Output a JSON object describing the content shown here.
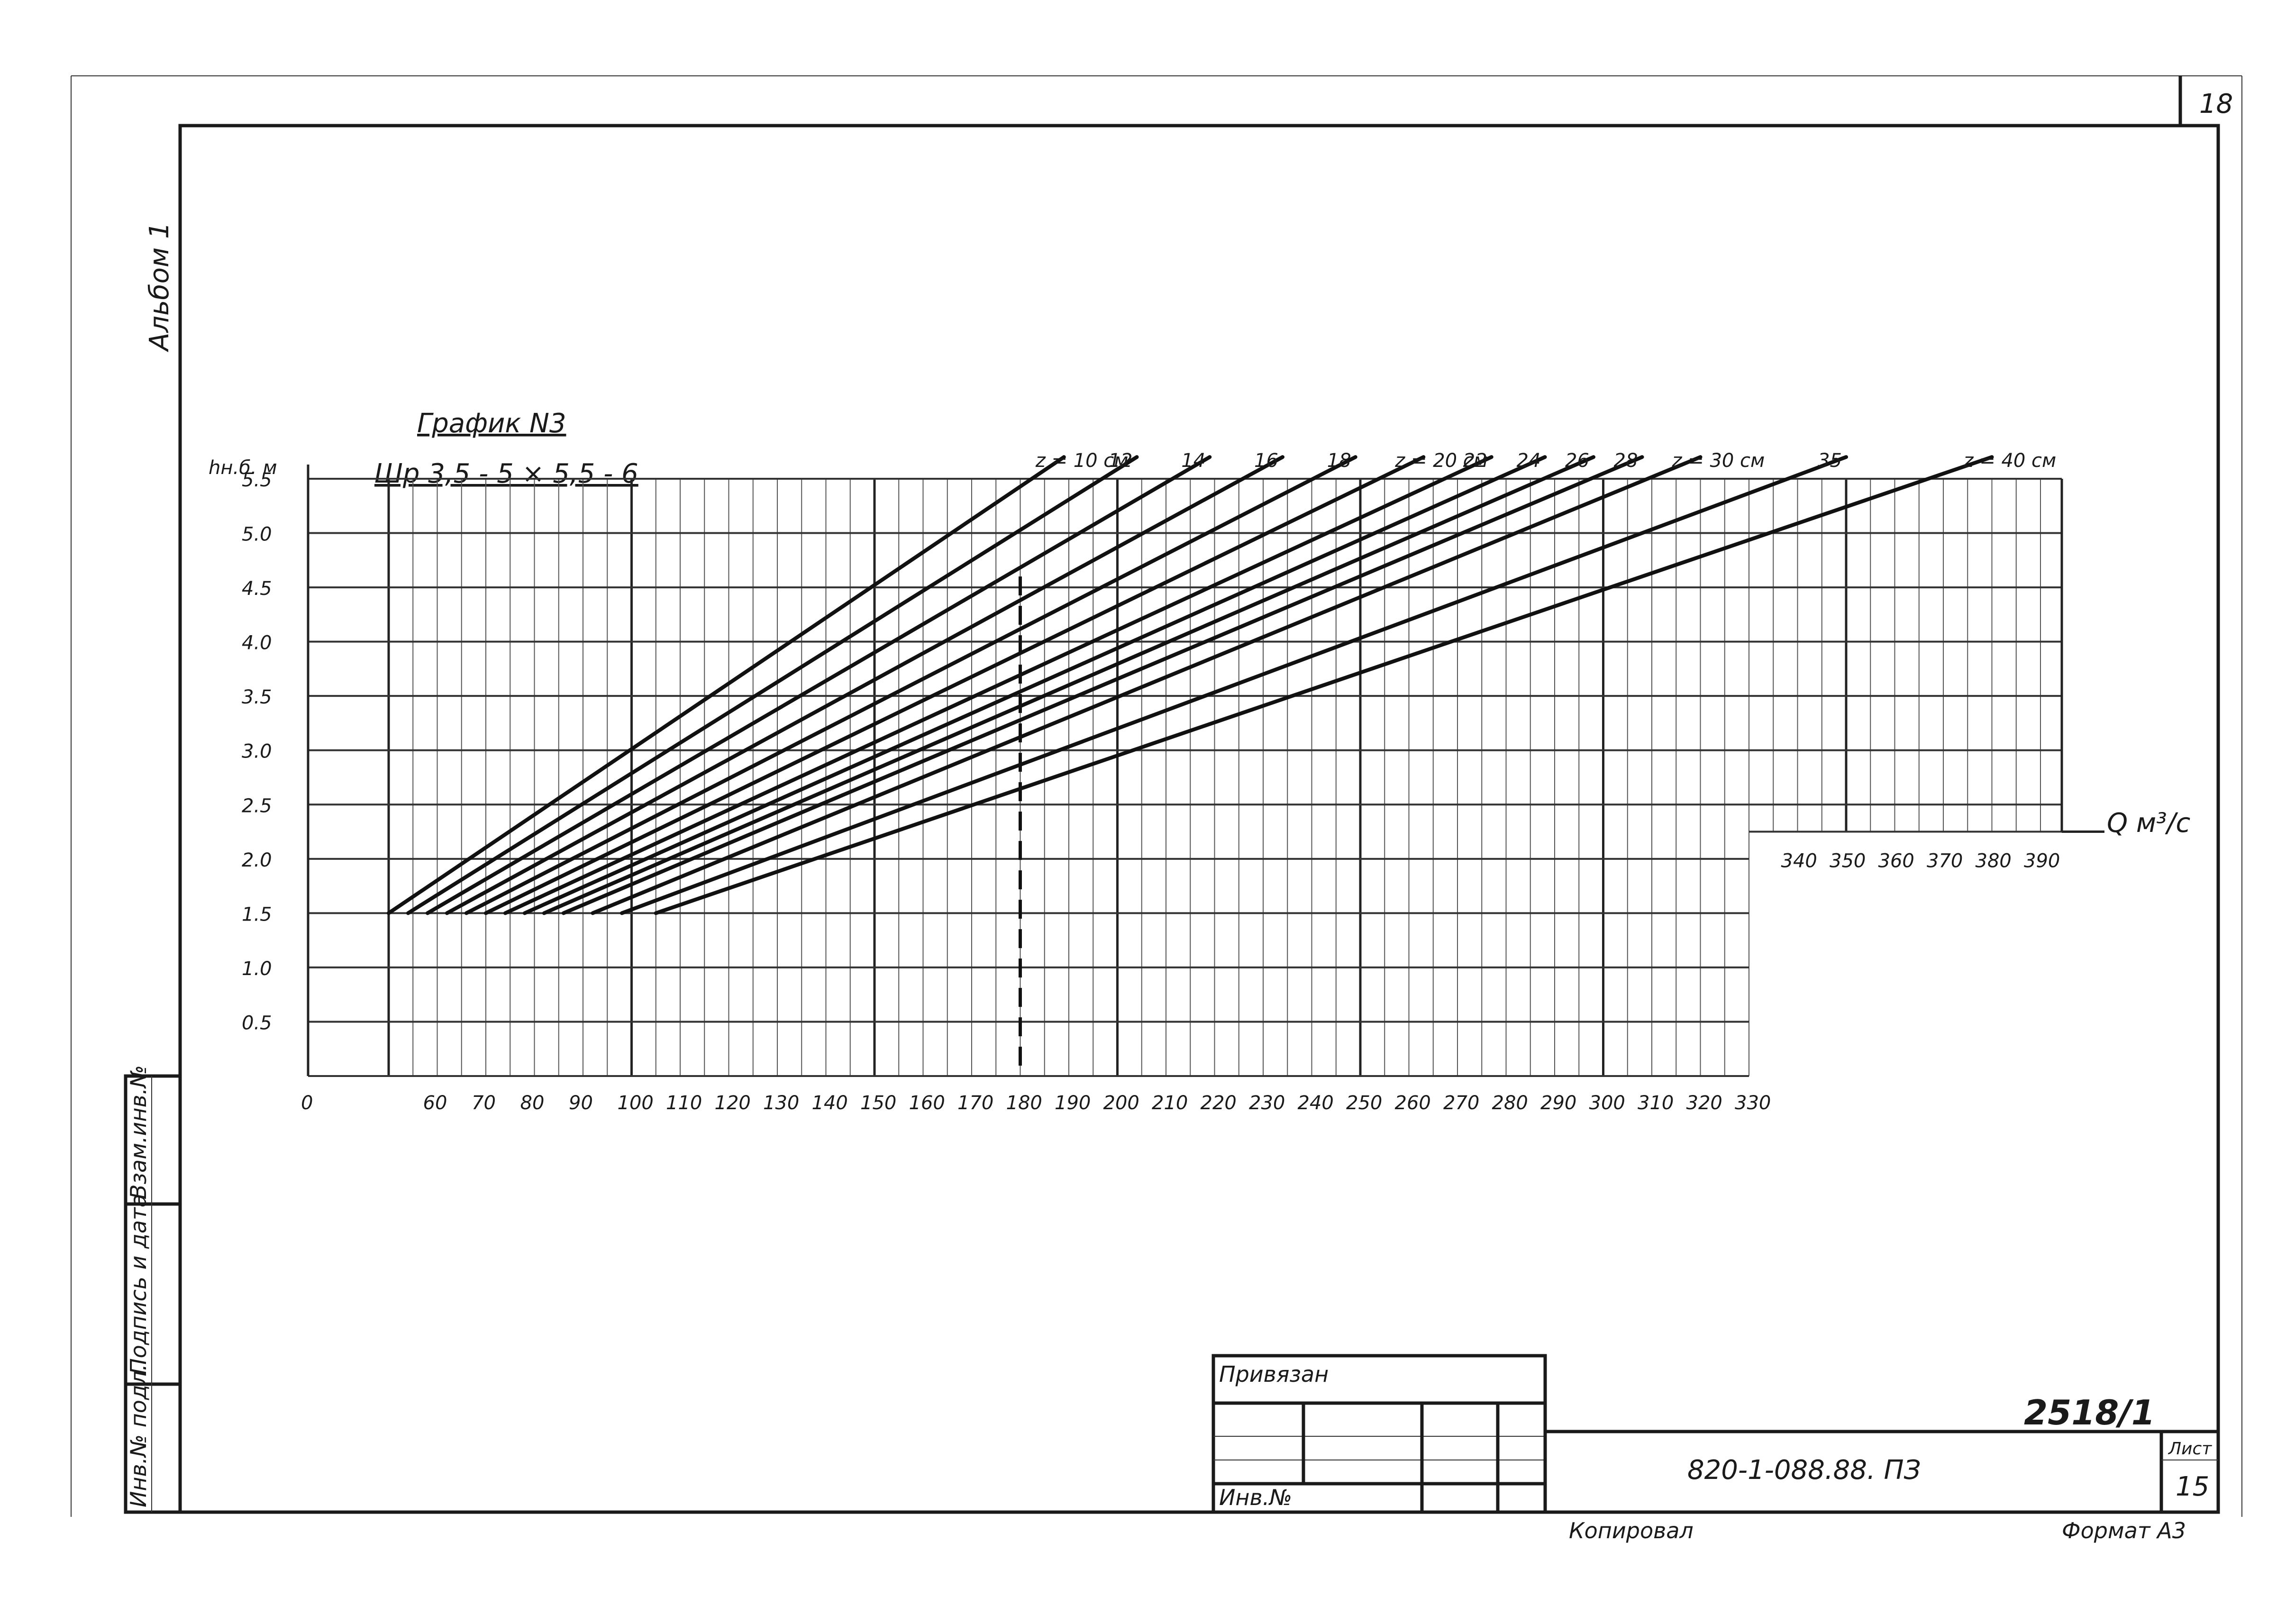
{
  "sheet": {
    "top_right_number": "18",
    "album_label": "Альбом 1",
    "side_stamps": [
      "Инв.№ подл.",
      "Подпись и дата",
      "Взам.инв.№"
    ],
    "stamp_attached": "Привязан",
    "stamp_inv": "Инв.№",
    "designation": "820-1-088.88. ПЗ",
    "handwritten_code": "2518/1",
    "sheet_label": "Лист",
    "sheet_number": "15",
    "copied_label": "Копировал",
    "format_label": "Формат А3"
  },
  "chart_data": {
    "type": "line",
    "title": "График N3",
    "subtitle": "Шр 3,5 - 5 × 5,5 - 6",
    "ylabel": "hн.б. м",
    "xlabel": "Q м³/с",
    "ylim": [
      0,
      5.5
    ],
    "y_ticks": [
      {
        "value": 5.5,
        "label": "5.5"
      },
      {
        "value": 5.0,
        "label": "5.0"
      },
      {
        "value": 4.5,
        "label": "4.5"
      },
      {
        "value": 4.0,
        "label": "4.0"
      },
      {
        "value": 3.5,
        "label": "3.5"
      },
      {
        "value": 3.0,
        "label": "3.0"
      },
      {
        "value": 2.5,
        "label": "2.5"
      },
      {
        "value": 2.0,
        "label": "2.0"
      },
      {
        "value": 1.5,
        "label": "1.5"
      },
      {
        "value": 1.0,
        "label": "1.0"
      },
      {
        "value": 0.5,
        "label": "0.5"
      }
    ],
    "x_ticks_lower": [
      "0",
      "60",
      "70",
      "80",
      "90",
      "100",
      "110",
      "120",
      "130",
      "140",
      "150",
      "160",
      "170",
      "180",
      "190",
      "200",
      "210",
      "220",
      "230",
      "240",
      "250",
      "260",
      "270",
      "280",
      "290",
      "300",
      "310",
      "320",
      "330"
    ],
    "x_ticks_upper": [
      "340",
      "350",
      "360",
      "370",
      "380",
      "390"
    ],
    "x_ticks_upper_values": [
      340,
      350,
      360,
      370,
      380,
      390
    ],
    "grid": true,
    "reference_line": {
      "x": 180
    },
    "series": [
      {
        "name": "z = 10 см",
        "x": [
          50,
          189
        ],
        "y": [
          1.5,
          5.7
        ]
      },
      {
        "name": "12",
        "x": [
          54,
          204
        ],
        "y": [
          1.5,
          5.7
        ]
      },
      {
        "name": "14",
        "x": [
          58,
          219
        ],
        "y": [
          1.5,
          5.7
        ]
      },
      {
        "name": "16",
        "x": [
          62,
          234
        ],
        "y": [
          1.5,
          5.7
        ]
      },
      {
        "name": "18",
        "x": [
          66,
          249
        ],
        "y": [
          1.5,
          5.7
        ]
      },
      {
        "name": "z = 20 см",
        "x": [
          70,
          263
        ],
        "y": [
          1.5,
          5.7
        ]
      },
      {
        "name": "22",
        "x": [
          74,
          277
        ],
        "y": [
          1.5,
          5.7
        ]
      },
      {
        "name": "24",
        "x": [
          78,
          288
        ],
        "y": [
          1.5,
          5.7
        ]
      },
      {
        "name": "26",
        "x": [
          82,
          298
        ],
        "y": [
          1.5,
          5.7
        ]
      },
      {
        "name": "28",
        "x": [
          86,
          308
        ],
        "y": [
          1.5,
          5.7
        ]
      },
      {
        "name": "z = 30 см",
        "x": [
          92,
          320
        ],
        "y": [
          1.5,
          5.7
        ]
      },
      {
        "name": "35",
        "x": [
          98,
          350
        ],
        "y": [
          1.5,
          5.7
        ]
      },
      {
        "name": "z = 40 см",
        "x": [
          105,
          380
        ],
        "y": [
          1.5,
          5.7
        ]
      }
    ]
  }
}
